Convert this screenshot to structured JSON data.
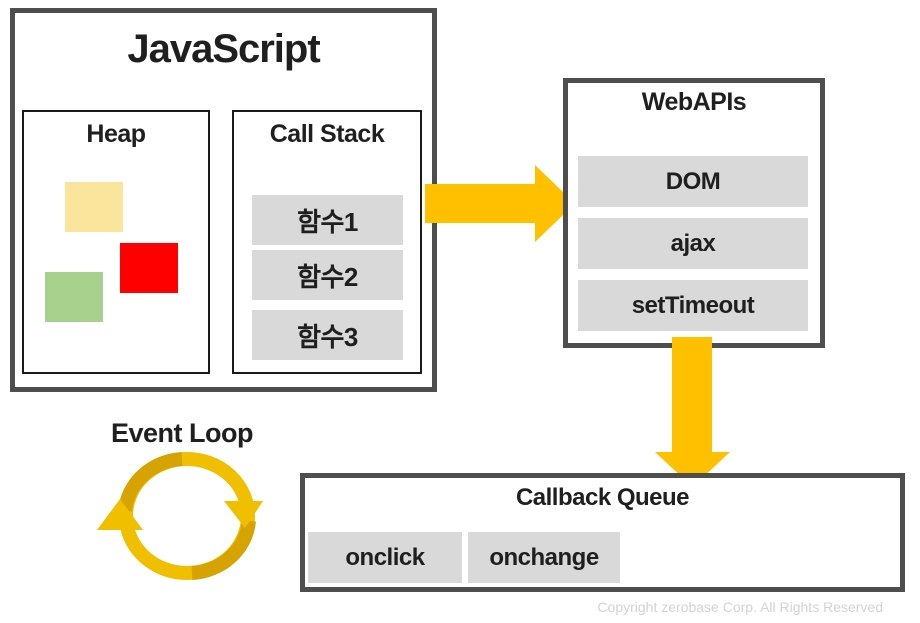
{
  "diagram": {
    "javascript": {
      "title": "JavaScript",
      "heap": {
        "title": "Heap",
        "blocks": [
          "yellow-block",
          "red-block",
          "green-block"
        ]
      },
      "call_stack": {
        "title": "Call Stack",
        "items": [
          "함수1",
          "함수2",
          "함수3"
        ]
      }
    },
    "web_apis": {
      "title": "WebAPIs",
      "items": [
        "DOM",
        "ajax",
        "setTimeout"
      ]
    },
    "callback_queue": {
      "title": "Callback Queue",
      "items": [
        "onclick",
        "onchange"
      ]
    },
    "event_loop": {
      "label": "Event Loop"
    }
  },
  "footer": {
    "copyright": "Copyright zerobase Corp. All Rights Reserved"
  },
  "colors": {
    "arrow_gold": "#FFC000",
    "loop_gold": "#EFBF00",
    "loop_gold_dark": "#D7A300",
    "box_border": "#4E4E4E",
    "inner_border": "#1A1A1A",
    "item_gray": "#D9D9D9",
    "heap_yellow": "#FBE49C",
    "heap_red": "#FE0000",
    "heap_green": "#A9D18E",
    "copyright_gray": "#D3D3D3"
  }
}
